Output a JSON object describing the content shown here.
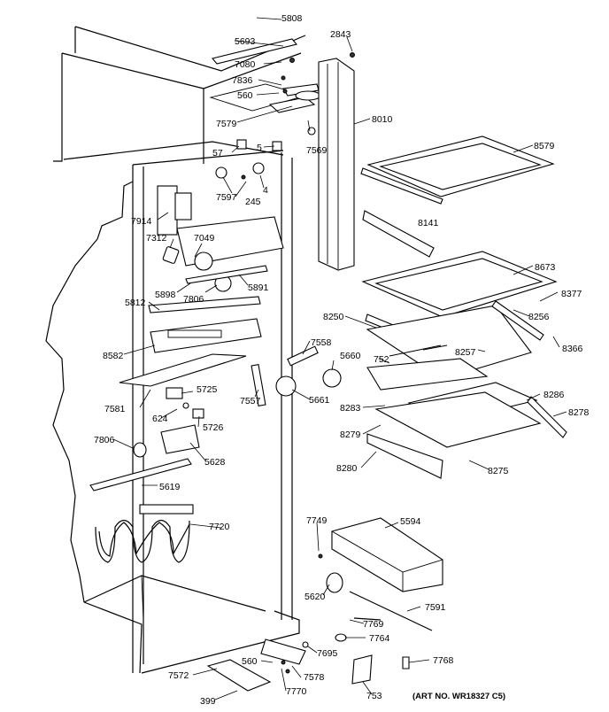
{
  "callouts": {
    "c5808": "5808",
    "c5693": "5693",
    "c2843": "2843",
    "c7080": "7080",
    "c7836": "7836",
    "c560a": "560",
    "c7579": "7579",
    "c8010": "8010",
    "c7569": "7569",
    "c57": "57",
    "c5": "5",
    "c8579": "8579",
    "c7597": "7597",
    "c245": "245",
    "c4": "4",
    "c7914": "7914",
    "c8141": "8141",
    "c7312": "7312",
    "c7049": "7049",
    "c8673": "8673",
    "c5898": "5898",
    "c7806a": "7806",
    "c5891": "5891",
    "c8377": "8377",
    "c5812": "5812",
    "c8250": "8250",
    "c8256": "8256",
    "c8366": "8366",
    "c8582": "8582",
    "c7558": "7558",
    "c5660": "5660",
    "c8257": "8257",
    "c752": "752",
    "c7581": "7581",
    "c5725": "5725",
    "c7557": "7557",
    "c5661": "5661",
    "c8286": "8286",
    "c8283": "8283",
    "c624": "624",
    "c5726": "5726",
    "c8278": "8278",
    "c8279": "8279",
    "c7806b": "7806",
    "c5628": "5628",
    "c8280": "8280",
    "c8275": "8275",
    "c5619": "5619",
    "c7749": "7749",
    "c5594": "5594",
    "c7720": "7720",
    "c5620": "5620",
    "c7591": "7591",
    "c7769": "7769",
    "c7764": "7764",
    "c7695": "7695",
    "c560b": "560",
    "c7768": "7768",
    "c7572": "7572",
    "c7578": "7578",
    "c7770": "7770",
    "c399": "399",
    "c753": "753"
  },
  "art_number": "(ART NO. WR18327 C5)"
}
